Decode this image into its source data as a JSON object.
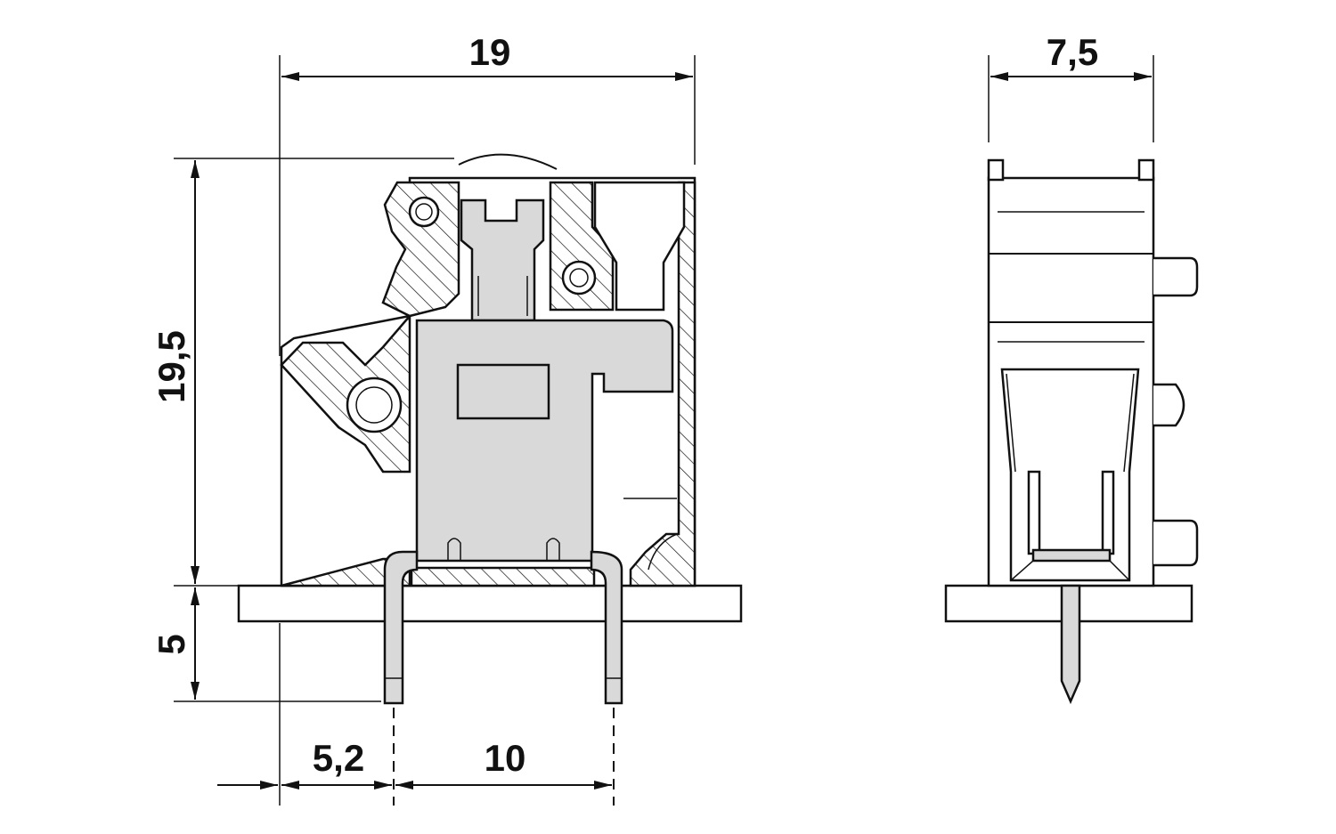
{
  "dimensions": {
    "overall_width": "19",
    "overall_height": "19,5",
    "pin_length": "5",
    "pin_offset": "5,2",
    "pin_pitch": "10",
    "side_width": "7,5"
  }
}
